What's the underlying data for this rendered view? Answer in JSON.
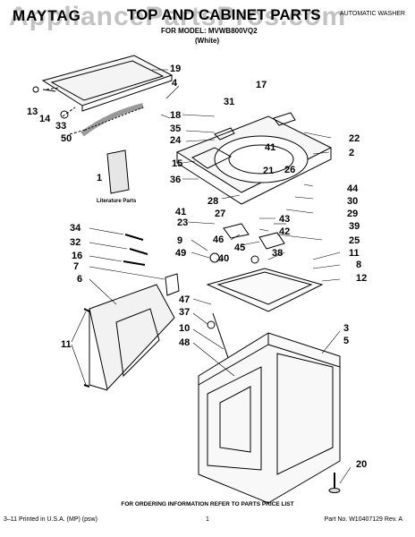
{
  "header": {
    "brand": "MAYTAG",
    "title": "TOP AND CABINET PARTS",
    "subtitle": "AUTOMATIC WASHER",
    "model": "FOR MODEL: MVWB800VQ2",
    "color": "(White)"
  },
  "watermark": "AppliancePartsPros.com",
  "literature_label": "Literature Parts",
  "callouts": [
    "19",
    "4",
    "13",
    "14",
    "33",
    "50",
    "17",
    "31",
    "18",
    "35",
    "24",
    "22",
    "2",
    "41",
    "21",
    "26",
    "15",
    "36",
    "28",
    "27",
    "44",
    "30",
    "29",
    "1",
    "41",
    "23",
    "43",
    "42",
    "39",
    "34",
    "32",
    "16",
    "7",
    "9",
    "49",
    "46",
    "45",
    "40",
    "38",
    "25",
    "11",
    "8",
    "12",
    "6",
    "47",
    "37",
    "10",
    "48",
    "11",
    "3",
    "5",
    "20"
  ],
  "footer": {
    "note": "FOR ORDERING INFORMATION REFER TO PARTS PRICE LIST",
    "printed": "3–11 Printed in U.S.A. (MP) (psw)",
    "page": "1",
    "part_no": "Part No. W10407129 Rev. A"
  }
}
